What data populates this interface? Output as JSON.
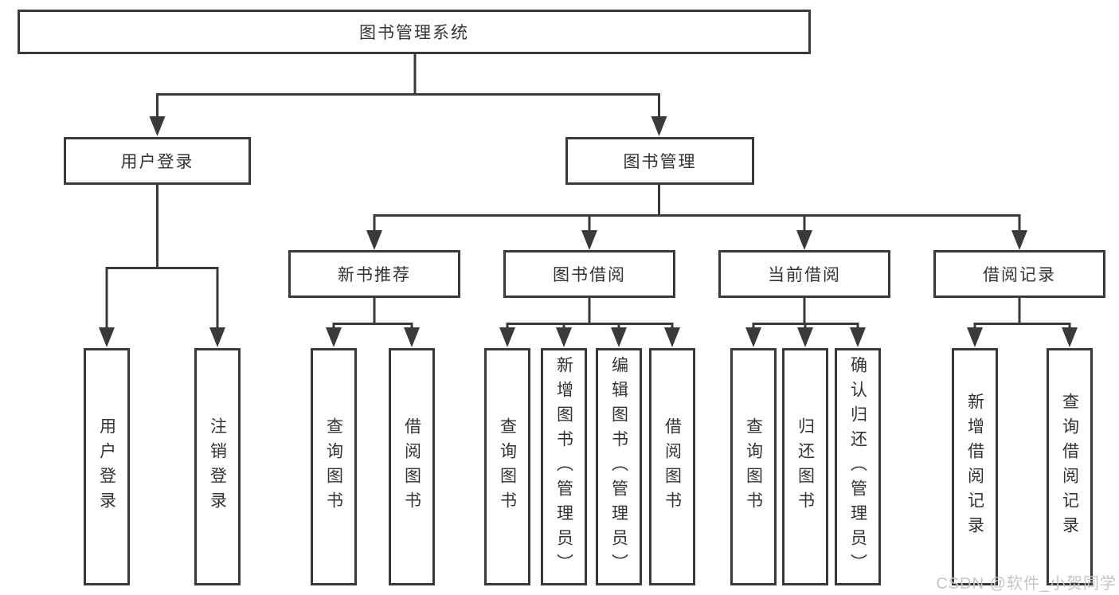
{
  "tree": {
    "root": {
      "label": "图书管理系统"
    },
    "branches": [
      {
        "label": "用户登录",
        "leaves": [
          {
            "label": "用户登录"
          },
          {
            "label": "注销登录"
          }
        ]
      },
      {
        "label": "图书管理",
        "sections": [
          {
            "label": "新书推荐",
            "leaves": [
              {
                "label": "查询图书"
              },
              {
                "label": "借阅图书"
              }
            ]
          },
          {
            "label": "图书借阅",
            "leaves": [
              {
                "label": "查询图书"
              },
              {
                "label": "新增图书（管理员）"
              },
              {
                "label": "编辑图书（管理员）"
              },
              {
                "label": "借阅图书"
              }
            ]
          },
          {
            "label": "当前借阅",
            "leaves": [
              {
                "label": "查询图书"
              },
              {
                "label": "归还图书"
              },
              {
                "label": "确认归还（管理员）"
              }
            ]
          },
          {
            "label": "借阅记录",
            "leaves": [
              {
                "label": "新增借阅记录"
              },
              {
                "label": "查询借阅记录"
              }
            ]
          }
        ]
      }
    ]
  },
  "watermark": {
    "text": "CSDN @软件_小贺同学",
    "color": "#c2c6ca"
  },
  "colors": {
    "line": "#3a3a3a",
    "box_border": "#3a3a3a",
    "box_fill": "#ffffff",
    "text": "#333333",
    "background": "#ffffff"
  }
}
